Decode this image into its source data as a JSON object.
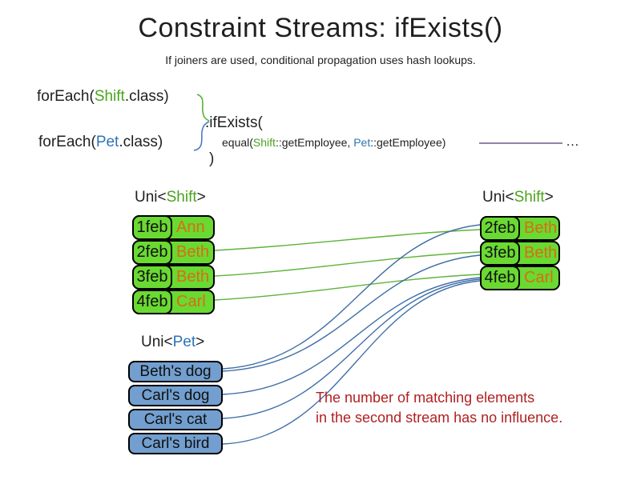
{
  "slide": {
    "title": "Constraint Streams: ifExists()",
    "subtitle": "If joiners are used, conditional propagation uses hash lookups."
  },
  "code": {
    "foreach_shift": {
      "fn": "forEach(",
      "cls": "Shift",
      "rest": ".class)"
    },
    "foreach_pet": {
      "fn": "forEach(",
      "cls": "Pet",
      "rest": ".class)"
    },
    "if_exists": ".ifExists(",
    "equal": {
      "fn": "equal(",
      "shift": "Shift",
      "mid": "::getEmployee, ",
      "pet": "Pet",
      "rest": "::getEmployee)"
    },
    "close_paren": ")",
    "ellipsis": "…"
  },
  "left_shift": {
    "label_pre": "Uni<",
    "label_type": "Shift",
    "label_post": ">",
    "rows": [
      {
        "date": "1feb",
        "name": "Ann"
      },
      {
        "date": "2feb",
        "name": "Beth"
      },
      {
        "date": "3feb",
        "name": "Beth"
      },
      {
        "date": "4feb",
        "name": "Carl"
      }
    ]
  },
  "right_shift": {
    "label_pre": "Uni<",
    "label_type": "Shift",
    "label_post": ">",
    "rows": [
      {
        "date": "2feb",
        "name": "Beth"
      },
      {
        "date": "3feb",
        "name": "Beth"
      },
      {
        "date": "4feb",
        "name": "Carl"
      }
    ]
  },
  "pets": {
    "label_pre": "Uni<",
    "label_type": "Pet",
    "label_post": ">",
    "rows": [
      {
        "name": "Beth's dog"
      },
      {
        "name": "Carl's dog"
      },
      {
        "name": "Carl's cat"
      },
      {
        "name": "Carl's bird"
      }
    ]
  },
  "note": {
    "line1": "The number of matching elements",
    "line2": "in the second stream has no influence."
  },
  "colors": {
    "shift_green": "#4aa41d",
    "pet_blue": "#2e74b5",
    "employee_orange": "#d96d12",
    "box_green": "#6ad932",
    "box_blue": "#729fcf",
    "note_red": "#b22020",
    "connector_green": "#5fb33a",
    "connector_blue": "#3f6fa8",
    "brace_green": "#56b32c",
    "brace_blue": "#4a7dc0",
    "link_purple": "#6e5a87",
    "text_dark": "#1f1f1f"
  }
}
